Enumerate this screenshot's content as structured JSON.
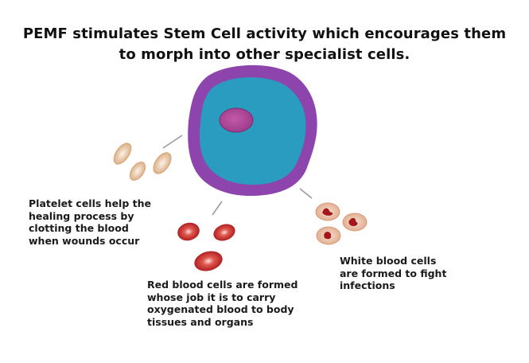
{
  "title": {
    "line1": "PEMF stimulates Stem Cell activity which encourages them",
    "line2": "to morph into other specialist cells."
  },
  "labels": {
    "platelet": [
      "Platelet cells help the",
      "healing process by",
      "clotting the blood",
      "when wounds occur"
    ],
    "red": [
      "Red blood cells are formed",
      "whose job it is to carry",
      "oxygenated blood to body",
      "tissues and organs"
    ],
    "white": [
      "White blood cells",
      "are formed to fight",
      "infections"
    ]
  },
  "colors": {
    "stem_cell_membrane": "#8e44ad",
    "stem_cell_cytoplasm": "#2a9cc0",
    "nucleus": "#b3489a",
    "platelet": "#e6c7a6",
    "red_cell": "#c0282d",
    "white_cell": "#e9c1a8",
    "connector": "#999999"
  }
}
